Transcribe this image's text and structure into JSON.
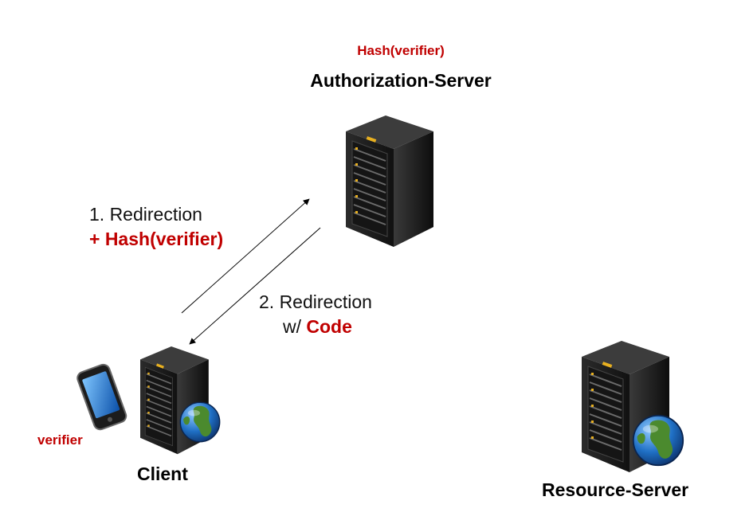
{
  "authorization_server": {
    "hash_note": "Hash(verifier)",
    "label": "Authorization-Server"
  },
  "step1": {
    "line1": "1. Redirection",
    "line2": "+ Hash(verifier)"
  },
  "step2": {
    "line1": "2. Redirection",
    "line2_prefix": "w/ ",
    "line2_code": "Code"
  },
  "client": {
    "label": "Client",
    "device_note": "verifier"
  },
  "resource_server": {
    "label": "Resource-Server"
  },
  "colors": {
    "accent": "#c00000",
    "server_body": "#1a1a1a",
    "text": "#000000"
  },
  "icons": [
    "server-icon",
    "globe-icon",
    "smartphone-icon",
    "arrow-icon"
  ]
}
